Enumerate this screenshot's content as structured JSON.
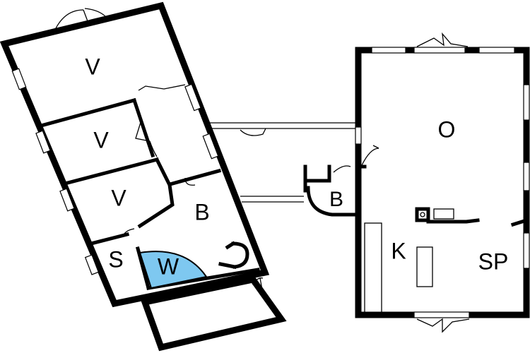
{
  "colors": {
    "wall": "#000000",
    "background": "#ffffff",
    "bathroom_highlight": "#7ec8f0"
  },
  "rooms": {
    "bedroom_1": "V",
    "bedroom_2": "V",
    "bedroom_3": "V",
    "bathroom_west": "B",
    "utility": "S",
    "washroom": "W",
    "bathroom_east": "B",
    "living": "O",
    "kitchen": "K",
    "dining": "SP"
  }
}
